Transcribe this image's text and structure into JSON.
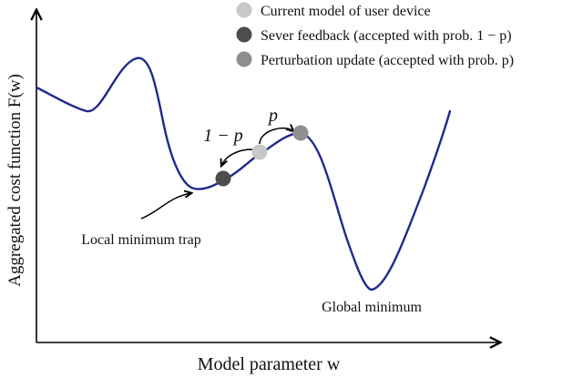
{
  "figure": {
    "x_axis_label": "Model parameter w",
    "y_axis_label": "Aggregated cost function F(w)"
  },
  "legend": [
    {
      "label": "Current model of user device",
      "color": "#c8c8c8"
    },
    {
      "label": "Sever feedback (accepted with prob. 1 − p)",
      "color": "#4d4d4d"
    },
    {
      "label": "Perturbation update (accepted with prob. p)",
      "color": "#8f8f8f"
    }
  ],
  "annotations": {
    "local_minimum": "Local minimum trap",
    "global_minimum": "Global minimum",
    "arc_left": "1 − p",
    "arc_right": "p"
  },
  "colors": {
    "curve": "#1f2a8c",
    "axes": "#000000"
  }
}
